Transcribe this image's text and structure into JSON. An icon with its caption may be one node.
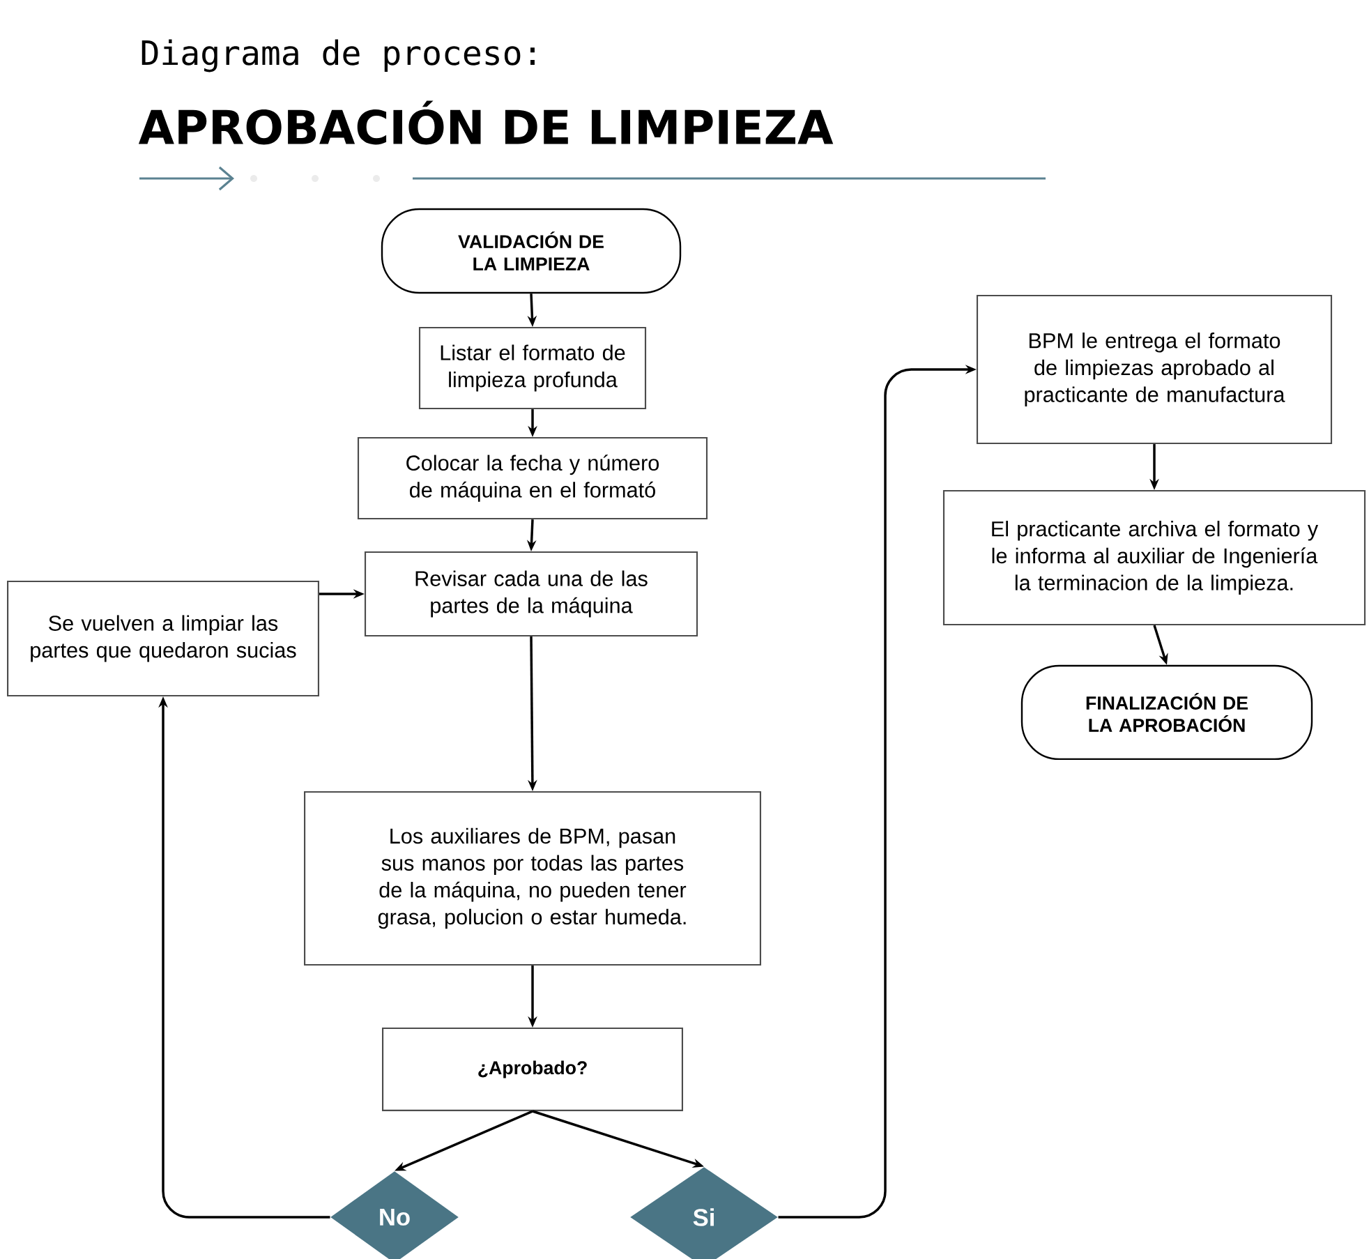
{
  "diagram": {
    "title": "APROBACIÓN DE LIMPIEZA",
    "nodes": [
      {
        "text": [
          "VALIDACIÓN DE LA LIMPIEZA"
        ]
      },
      {
        "text": [
          "Listar el formato de limpieza profunda"
        ]
      },
      {
        "text": [
          "Colocar la fecha y número de máquina en el formató"
        ]
      },
      {
        "text": [
          "Revisar cada una de las partes de la máquina"
        ]
      },
      {
        "text": [
          "Se vuelven a limpiar las partes que quedaron sucias"
        ]
      },
      {
        "text": [
          "Los auxiliares de BPM, pasan sus manos por todas las partes de la máquina, no pueden tener grasa, polucion o estar humeda."
        ]
      },
      {
        "text": [
          "¿Aprobado?"
        ]
      },
      {
        "text": [
          "No"
        ]
      },
      {
        "text": [
          "Si"
        ]
      },
      {
        "text": [
          "BPM le entrega el formato de limpiezas aprobado al practicante de manufactura"
        ]
      },
      {
        "text": [
          "El practicante archiva el formato y le informa al auxiliar de Ingeniería la terminacion de la limpieza."
        ]
      },
      {
        "text": [
          "FINALIZACIÓN DE LA APROBACIÓN"
        ]
      }
    ],
    "edges": [
      {
        "from": 0,
        "to": 1,
        "arrow": "to"
      },
      {
        "from": 1,
        "to": 2,
        "arrow": "to"
      },
      {
        "from": 2,
        "to": 3,
        "arrow": "to"
      },
      {
        "from": 4,
        "to": 3,
        "arrow": "to"
      },
      {
        "from": 3,
        "to": 5,
        "arrow": "to"
      },
      {
        "from": 5,
        "to": 6,
        "arrow": "to"
      },
      {
        "from": 6,
        "to": 7,
        "arrow": "to"
      },
      {
        "from": 6,
        "to": 8,
        "arrow": "to"
      },
      {
        "from": 7,
        "to": 4,
        "arrow": "to"
      },
      {
        "from": 8,
        "to": 9,
        "arrow": "to"
      },
      {
        "from": 9,
        "to": 10,
        "arrow": "to"
      },
      {
        "from": 10,
        "to": 11,
        "arrow": "to"
      }
    ],
    "labels": [
      "Diagrama de proceso:"
    ]
  }
}
